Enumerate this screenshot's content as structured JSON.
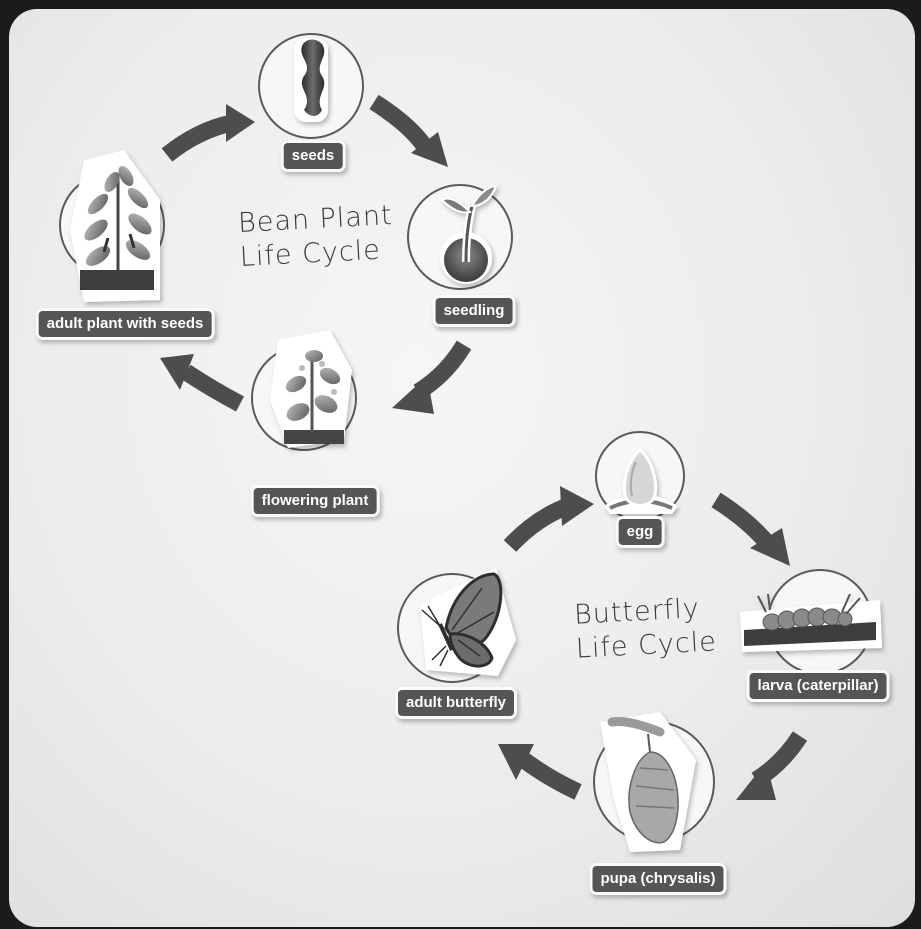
{
  "bean_cycle": {
    "title_line1": "Bean Plant",
    "title_line2": "Life Cycle",
    "stages": [
      "seeds",
      "seedling",
      "flowering plant",
      "adult plant with seeds"
    ]
  },
  "butterfly_cycle": {
    "title_line1": "Butterfly",
    "title_line2": "Life Cycle",
    "stages": [
      "egg",
      "larva (caterpillar)",
      "pupa (chrysalis)",
      "adult butterfly"
    ]
  },
  "colors": {
    "arrow": "#4d4d4d",
    "label_bg": "#555555",
    "board": "#ececec",
    "frame": "#1b1b1b"
  },
  "icons": [
    "seed-pod-icon",
    "sprout-icon",
    "flowering-plant-icon",
    "leafy-plant-icon",
    "egg-icon",
    "caterpillar-icon",
    "chrysalis-icon",
    "butterfly-icon"
  ]
}
